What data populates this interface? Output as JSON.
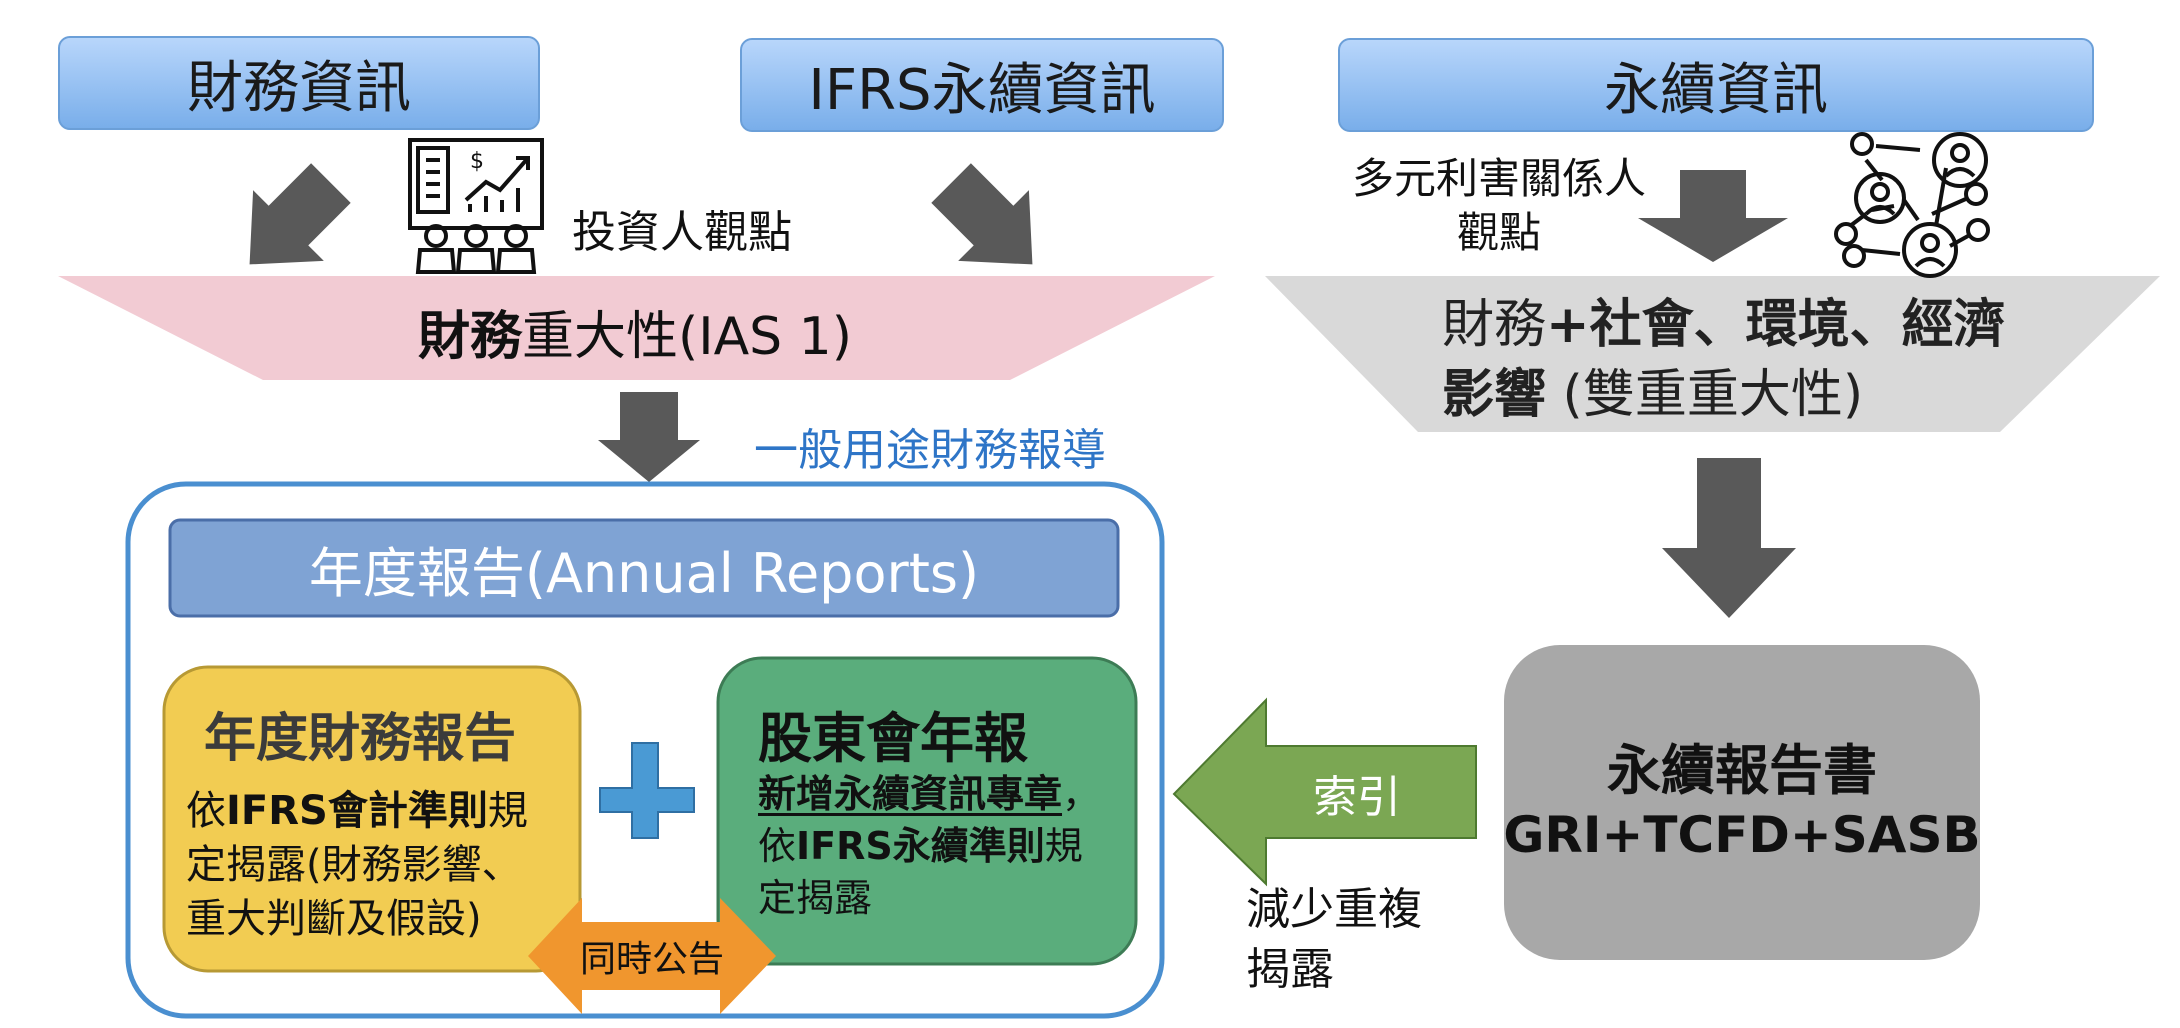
{
  "top": {
    "financial_info": "財務資訊",
    "ifrs_info": "IFRS永續資訊",
    "sustain_info": "永續資訊"
  },
  "left": {
    "investor_view": "投資人觀點",
    "materiality_bold": "財務",
    "materiality_rest": "重大性(IAS 1)",
    "general_purpose": "一般用途財務報導",
    "annual_report": "年度報告(Annual Reports)",
    "fin_report_title": "年度財務報告",
    "fin_report_l1_a": "依",
    "fin_report_l1_b": "IFRS會計準則",
    "fin_report_l1_c": "規",
    "fin_report_l2": "定揭露(財務影響、",
    "fin_report_l3": "重大判斷及假設)",
    "plus": "+",
    "simultaneous": "同時公告",
    "shareholder_title": "股東會年報",
    "shareholder_l1": "新增永續資訊專章",
    "shareholder_l1_comma": "，",
    "shareholder_l2_a": "依",
    "shareholder_l2_b": "IFRS永續準則",
    "shareholder_l2_c": "規",
    "shareholder_l3": "定揭露"
  },
  "right": {
    "stakeholder_l1": "多元利害關係人",
    "stakeholder_l2": "觀點",
    "double_l1_a": "財務",
    "double_l1_b": "+社會、環境、經濟",
    "double_l2_a": "影響",
    "double_l2_b": " (雙重重大性)",
    "report_title": "永續報告書",
    "report_standards": "GRI+TCFD+SASB",
    "index_label": "索引",
    "reduce_l1": "減少重複",
    "reduce_l2": "揭露"
  },
  "colors": {
    "header_blue": "#8dbcf2",
    "pink_funnel": "#f2cbd3",
    "gray_funnel": "#d9d9d9",
    "dark_arrow": "#595959",
    "annual_bar": "#7fa3d4",
    "yellow_box": "#f2cc52",
    "green_box": "#5aad7c",
    "gray_box": "#a8a8a8",
    "green_arrow": "#7ba753",
    "orange_arrow": "#f0962e",
    "plus_blue": "#4a9ad4"
  }
}
